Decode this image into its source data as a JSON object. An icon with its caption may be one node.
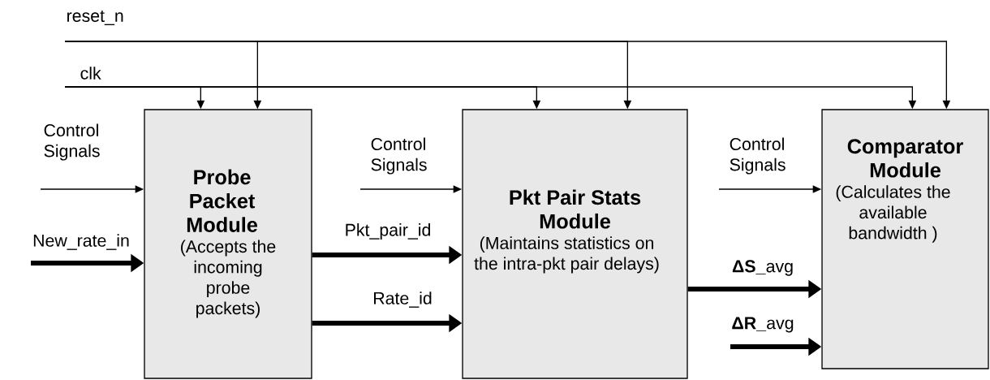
{
  "diagram": {
    "nodes": [
      {
        "text": [
          "Probe Packet Module",
          "(Accepts the incoming probe packets)"
        ]
      },
      {
        "text": [
          "Pkt Pair Stats Module",
          "(Maintains statistics on the intra-pkt pair delays)"
        ]
      },
      {
        "text": [
          "Comparator Module",
          "(Calculates the available bandwidth )"
        ]
      }
    ],
    "edges": [
      {
        "from": null,
        "to": 0,
        "arrow": "to",
        "label": "clk"
      },
      {
        "from": null,
        "to": 1,
        "arrow": "to"
      },
      {
        "from": null,
        "to": 2,
        "arrow": "to"
      },
      {
        "from": null,
        "to": 0,
        "arrow": "to",
        "label": "reset_n"
      },
      {
        "from": null,
        "to": 1,
        "arrow": "to"
      },
      {
        "from": null,
        "to": 2,
        "arrow": "to"
      },
      {
        "from": null,
        "to": 0,
        "arrow": "to",
        "label": "Control Signals"
      },
      {
        "from": null,
        "to": 1,
        "arrow": "to",
        "label": "Control Signals"
      },
      {
        "from": null,
        "to": 2,
        "arrow": "to",
        "label": "Control Signals"
      },
      {
        "from": null,
        "to": 0,
        "arrow": "to",
        "label": "New_rate_in",
        "style": "thick"
      },
      {
        "from": 0,
        "to": 1,
        "arrow": "to",
        "label": "Pkt_pair_id",
        "style": "thick"
      },
      {
        "from": 0,
        "to": 1,
        "arrow": "to",
        "label": "Rate_id",
        "style": "thick"
      },
      {
        "from": 1,
        "to": 2,
        "arrow": "to",
        "label": "**ΔS_**avg",
        "style": "thick"
      },
      {
        "from": null,
        "to": 2,
        "arrow": "to",
        "label": "**ΔR_**avg",
        "style": "thick"
      }
    ]
  }
}
